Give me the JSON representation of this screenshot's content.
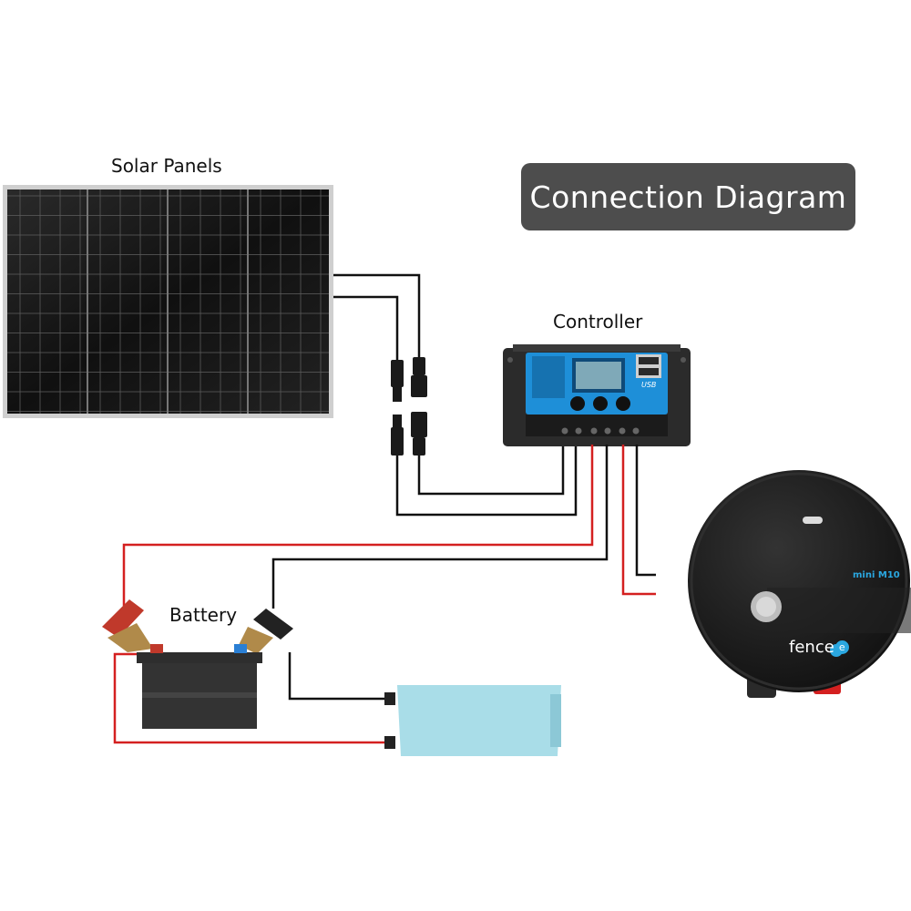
{
  "title": "Connection Diagram",
  "labels": {
    "solar": "Solar Panels",
    "controller": "Controller",
    "battery": "Battery"
  },
  "device": {
    "model": "mini M10",
    "brand": "fence",
    "brand_mark": "e"
  },
  "controller": {
    "usb": "USB"
  },
  "colors": {
    "title_bg": "#4d4d4d",
    "wire_black": "#111111",
    "wire_red": "#d42020",
    "controller_blue": "#1e8fd8",
    "inverter": "#a9dde8",
    "device_body": "#1c1c1c",
    "device_accent": "#2aa7e0"
  }
}
